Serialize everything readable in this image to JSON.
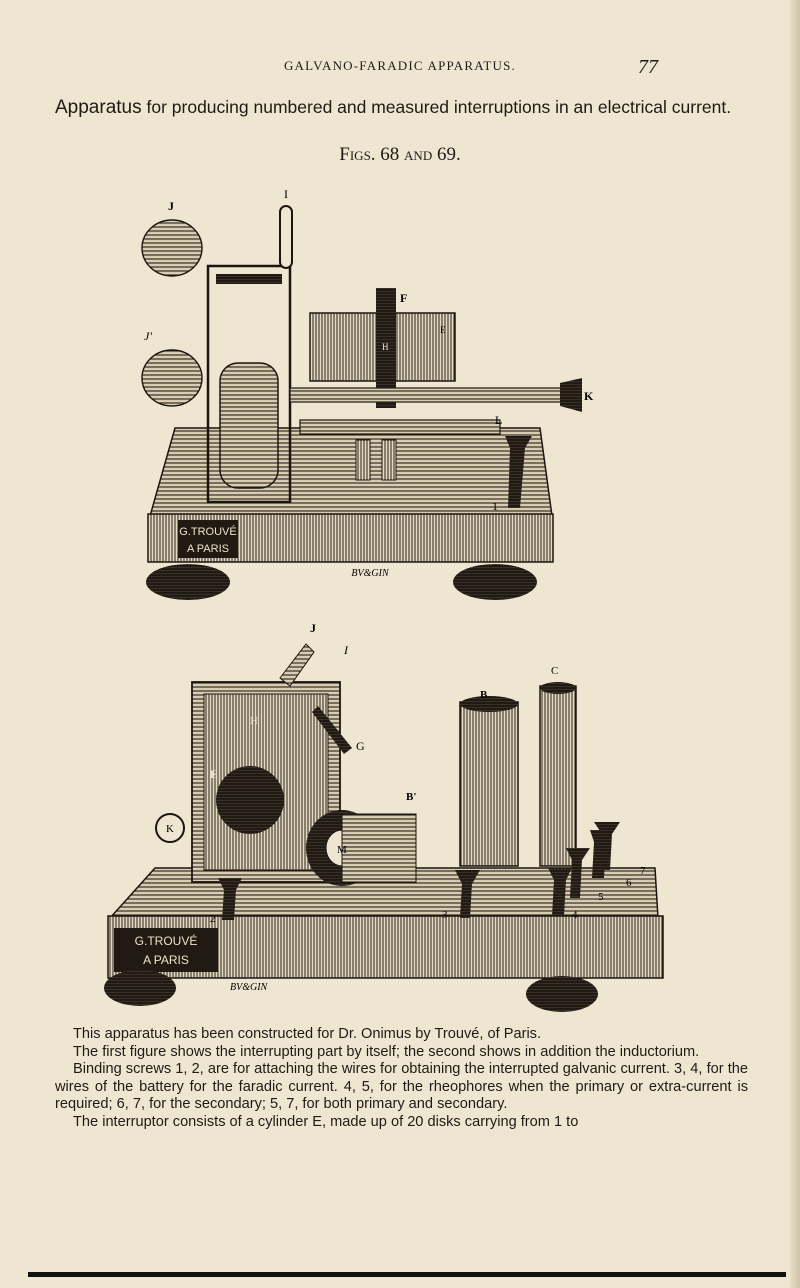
{
  "page": {
    "running_head": "GALVANO-FARADIC APPARATUS.",
    "page_number": "77",
    "caption_first": "Apparatus",
    "caption_rest": " for producing numbered and measured interruptions in an electrical current.",
    "fig_heading_prefix": "Figs.",
    "fig_heading_rest": " 68 and 69."
  },
  "figure1": {
    "labels": {
      "J": "J",
      "I": "I",
      "J2": "J'",
      "F": "F",
      "E": "E",
      "H": "H",
      "K": "K",
      "L": "L",
      "n1": "1"
    },
    "maker_plate": [
      "G.TROUVÉ",
      "A PARIS"
    ],
    "signature": "BV&GIN"
  },
  "figure2": {
    "labels": {
      "J": "J",
      "I": "I",
      "C": "C",
      "B": "B",
      "B2": "B'",
      "G": "G",
      "E": "E",
      "K": "K",
      "H": "H",
      "M": "M",
      "n2": "2",
      "n3": "3",
      "n4": "4",
      "n5": "5",
      "n6": "6",
      "n7": "7"
    },
    "maker_plate": [
      "G.TROUVÉ",
      "A PARIS"
    ],
    "signature": "BV&GIN"
  },
  "body": {
    "p1": "This apparatus has been constructed for Dr. Onimus by Trouvé, of Paris.",
    "p2": "The first figure shows the interrupting part by itself; the second shows in addition the inductorium.",
    "p3": "Binding screws 1, 2, are for attaching the wires for obtaining the interrupted galvanic current. 3, 4, for the wires of the battery for the faradic current. 4, 5, for the rheophores when the primary or extra-current is required; 6, 7, for the secondary; 5, 7, for both primary and secondary.",
    "p4": "The interruptor consists of a cylinder E, made up of 20 disks carrying from 1 to"
  }
}
